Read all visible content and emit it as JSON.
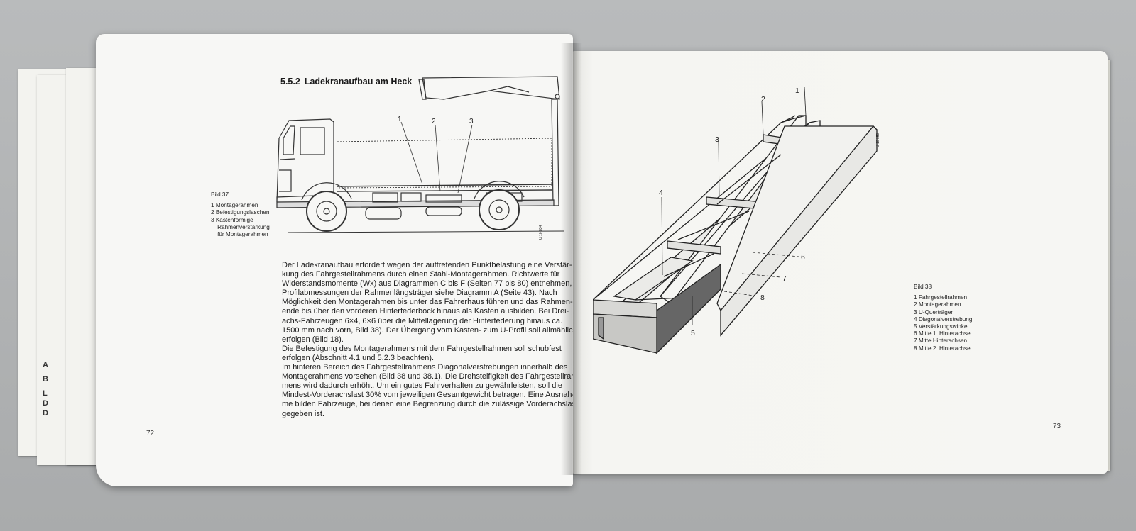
{
  "left_page": {
    "section_number": "5.5.2",
    "section_title": "Ladekranaufbau am Heck",
    "figure_caption": {
      "title": "Bild 37",
      "items": [
        "1  Montagerahmen",
        "2  Befestigungslaschen",
        "3  Kastenförmige",
        "    Rahmenverstärkung",
        "    für Montagerahmen"
      ]
    },
    "figure_callouts": [
      "1",
      "2",
      "3"
    ],
    "drawing_code": "U 10 834",
    "body_lines": [
      "Der Ladekranaufbau erfordert wegen der auftretenden Punktbelastung eine Verstär-",
      "kung des Fahrgestellrahmens durch einen Stahl-Montagerahmen. Richtwerte für",
      "Widerstandsmomente (Wx) aus Diagrammen C bis F (Seiten 77 bis 80) entnehmen,",
      "Profilabmessungen der Rahmenlängsträger siehe Diagramm A (Seite 43). Nach",
      "Möglichkeit den Montagerahmen bis unter das Fahrerhaus führen und das Rahmen-",
      "ende bis über den vorderen Hinterfederbock hinaus als Kasten ausbilden. Bei Drei-",
      "achs-Fahrzeugen 6×4, 6×6 über die Mittellagerung der Hinterfederung hinaus ca.",
      "1500 mm nach vorn, Bild 38). Der Übergang vom Kasten- zum U-Profil soll allmählich",
      "erfolgen (Bild 18).",
      "Die Befestigung des Montagerahmens mit dem Fahrgestellrahmen soll schubfest",
      "erfolgen (Abschnitt 4.1 und 5.2.3 beachten).",
      "Im hinteren Bereich des Fahrgestellrahmens Diagonalverstrebungen innerhalb des",
      "Montagerahmens vorsehen (Bild 38 und 38.1). Die Drehsteifigkeit des Fahrgestellrah-",
      "mens wird dadurch erhöht. Um ein gutes Fahrverhalten zu gewährleisten, soll die",
      "Mindest-Vorderachslast 30% vom jeweiligen Gesamtgewicht betragen. Eine Ausnah-",
      "me bilden Fahrzeuge, bei denen eine Begrenzung durch die zulässige Vorderachslast",
      "gegeben ist."
    ],
    "page_number": "72"
  },
  "right_page": {
    "figure_caption": {
      "title": "Bild 38",
      "items": [
        "1  Fahrgestellrahmen",
        "2  Montagerahmen",
        "3  U-Querträger",
        "4  Diagonalverstrebung",
        "5  Verstärkungswinkel",
        "6  Mitte 1. Hinterachse",
        "7  Mitte Hinterachsen",
        "8  Mitte 2. Hinterachse"
      ]
    },
    "figure_callouts": [
      "1",
      "2",
      "3",
      "4",
      "5",
      "6",
      "7",
      "8"
    ],
    "drawing_code": "U 10 850",
    "page_number": "73"
  },
  "stack_letters": [
    "A",
    "B",
    "L",
    "D",
    "D"
  ]
}
